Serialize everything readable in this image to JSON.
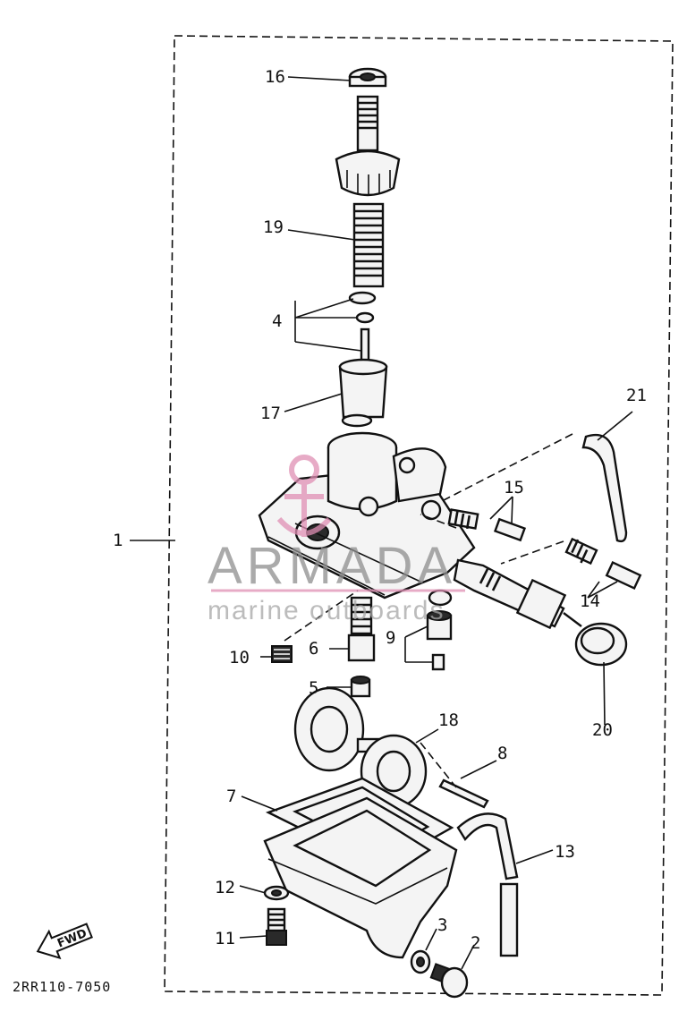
{
  "diagram": {
    "part_code": "2RR110-7050",
    "fwd_label": "FWD",
    "callouts": {
      "c1": "1",
      "c2": "2",
      "c3": "3",
      "c4": "4",
      "c5": "5",
      "c6": "6",
      "c7": "7",
      "c8": "8",
      "c9": "9",
      "c10": "10",
      "c11": "11",
      "c12": "12",
      "c13": "13",
      "c14": "14",
      "c15": "15",
      "c16": "16",
      "c17": "17",
      "c18": "18",
      "c19": "19",
      "c20": "20",
      "c21": "21"
    }
  },
  "watermark": {
    "brand": "ARMADA",
    "tagline": "marine outboards",
    "accent_color": "#e08fb4"
  }
}
